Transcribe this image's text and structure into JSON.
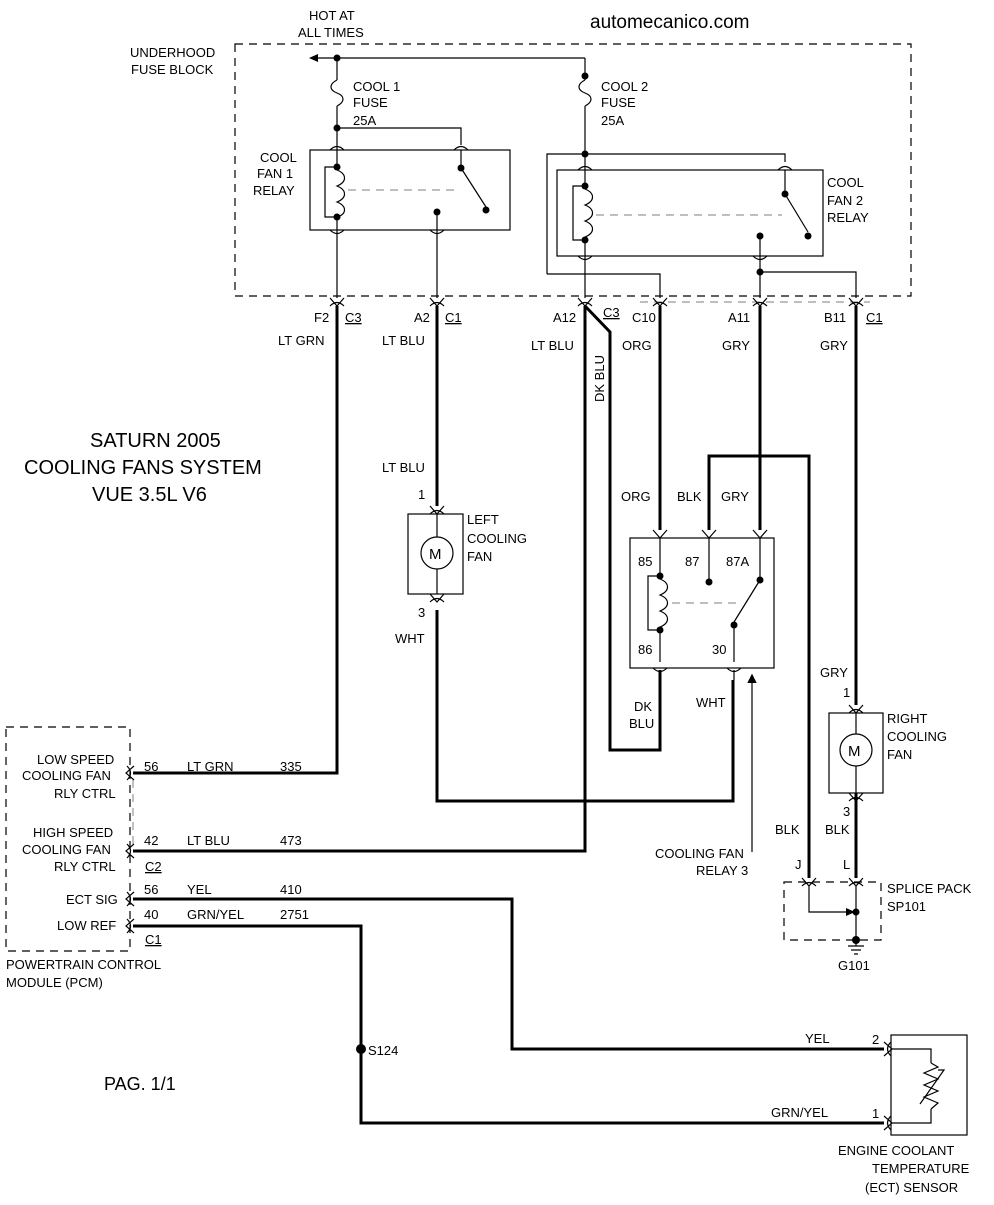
{
  "site": "automecanico.com",
  "title": {
    "line1": "SATURN 2005",
    "line2": "COOLING FANS SYSTEM",
    "line3": "VUE 3.5L V6"
  },
  "page_label": "PAG. 1/1",
  "power": {
    "line1": "HOT AT",
    "line2": "ALL TIMES"
  },
  "fuse_block": {
    "line1": "UNDERHOOD",
    "line2": "FUSE BLOCK"
  },
  "fuse1": {
    "line1": "COOL 1",
    "line2": "FUSE",
    "line3": "25A"
  },
  "fuse2": {
    "line1": "COOL 2",
    "line2": "FUSE",
    "line3": "25A"
  },
  "relay1": {
    "line1": "COOL",
    "line2": "FAN 1",
    "line3": "RELAY"
  },
  "relay2": {
    "line1": "COOL",
    "line2": "FAN 2",
    "line3": "RELAY"
  },
  "connectors": {
    "f2": "F2",
    "c3a": "C3",
    "a2": "A2",
    "c1a": "C1",
    "a12": "A12",
    "c3b": "C3",
    "c10": "C10",
    "a11": "A11",
    "b11": "B11",
    "c1b": "C1"
  },
  "wires": {
    "lt_grn": "LT GRN",
    "lt_blu": "LT BLU",
    "dk_blu": "DK BLU",
    "org": "ORG",
    "gry": "GRY",
    "blk": "BLK",
    "wht": "WHT",
    "dk": "DK",
    "blu": "BLU",
    "yel": "YEL",
    "grn_yel": "GRN/YEL"
  },
  "left_fan": {
    "line1": "LEFT",
    "line2": "COOLING",
    "line3": "FAN",
    "pin1": "1",
    "pin3": "3",
    "motor": "M"
  },
  "right_fan": {
    "line1": "RIGHT",
    "line2": "COOLING",
    "line3": "FAN",
    "pin1": "1",
    "pin3": "3",
    "motor": "M"
  },
  "relay3": {
    "pin85": "85",
    "pin87": "87",
    "pin87a": "87A",
    "pin86": "86",
    "pin30": "30",
    "label1": "COOLING FAN",
    "label2": "RELAY 3"
  },
  "pcm": {
    "low1": "LOW SPEED",
    "low2": "COOLING FAN",
    "low3": "RLY CTRL",
    "high1": "HIGH SPEED",
    "high2": "COOLING FAN",
    "high3": "RLY CTRL",
    "c2": "C2",
    "ect_sig": "ECT SIG",
    "low_ref": "LOW REF",
    "c1": "C1",
    "name1": "POWERTRAIN CONTROL",
    "name2": "MODULE (PCM)"
  },
  "pcm_pins": [
    {
      "pin": "56",
      "color": "LT GRN",
      "circuit": "335"
    },
    {
      "pin": "42",
      "color": "LT BLU",
      "circuit": "473"
    },
    {
      "pin": "56",
      "color": "YEL",
      "circuit": "410"
    },
    {
      "pin": "40",
      "color": "GRN/YEL",
      "circuit": "2751"
    }
  ],
  "splice": {
    "j": "J",
    "l": "L",
    "line1": "SPLICE PACK",
    "line2": "SP101",
    "ground": "G101"
  },
  "s124": "S124",
  "ect": {
    "pin2": "2",
    "pin1": "1",
    "line1": "ENGINE COOLANT",
    "line2": "TEMPERATURE",
    "line3": "(ECT) SENSOR"
  }
}
